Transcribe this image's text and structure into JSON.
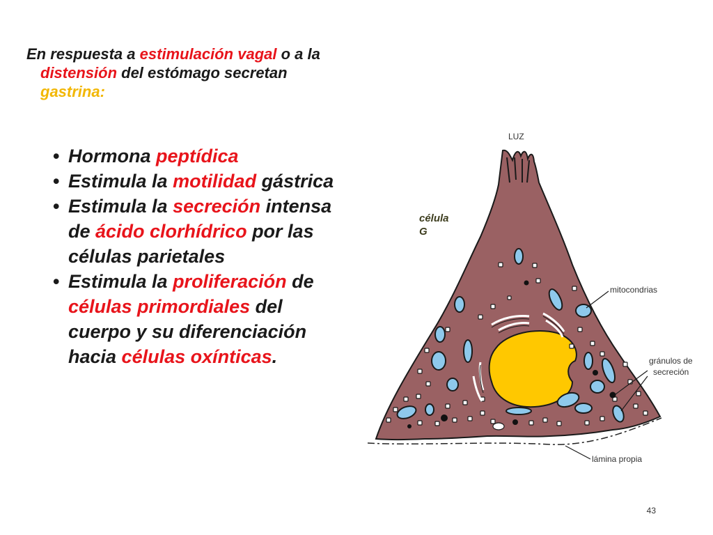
{
  "intro": {
    "p1": "En respuesta a ",
    "h1": "estimulación vagal",
    "p2": " o a la ",
    "h2": "distensión",
    "p3": " del estómago secretan ",
    "h3": "gastrina",
    "p4": ":"
  },
  "bullets": [
    {
      "a": "Hormona ",
      "b": "peptídica"
    },
    {
      "a": "Estimula la ",
      "b": "motilidad",
      "c": " gástrica"
    },
    {
      "a": "Estimula la ",
      "b": "secreción",
      "c": " intensa de ",
      "d": "ácido clorhídrico",
      "e": " por las células parietales"
    },
    {
      "a": "Estimula la ",
      "b": "proliferación",
      "c": " de ",
      "d": "células primordiales",
      "e": " del cuerpo y su diferenciación hacia ",
      "f": "células oxínticas",
      "g": "."
    }
  ],
  "diagram": {
    "luz": "LUZ",
    "celula_1": "célula",
    "celula_2": "G",
    "mitocondrias": "mitocondrias",
    "granulos_1": "gránulos de",
    "granulos_2": "secreción",
    "lamina": "lámina propia"
  },
  "colors": {
    "accent_red": "#e8141b",
    "accent_gold": "#f2b705",
    "cell_body": "#9a6163",
    "nucleus": "#ffc800",
    "mitochondria": "#8ec9ec"
  },
  "page_number": "43"
}
